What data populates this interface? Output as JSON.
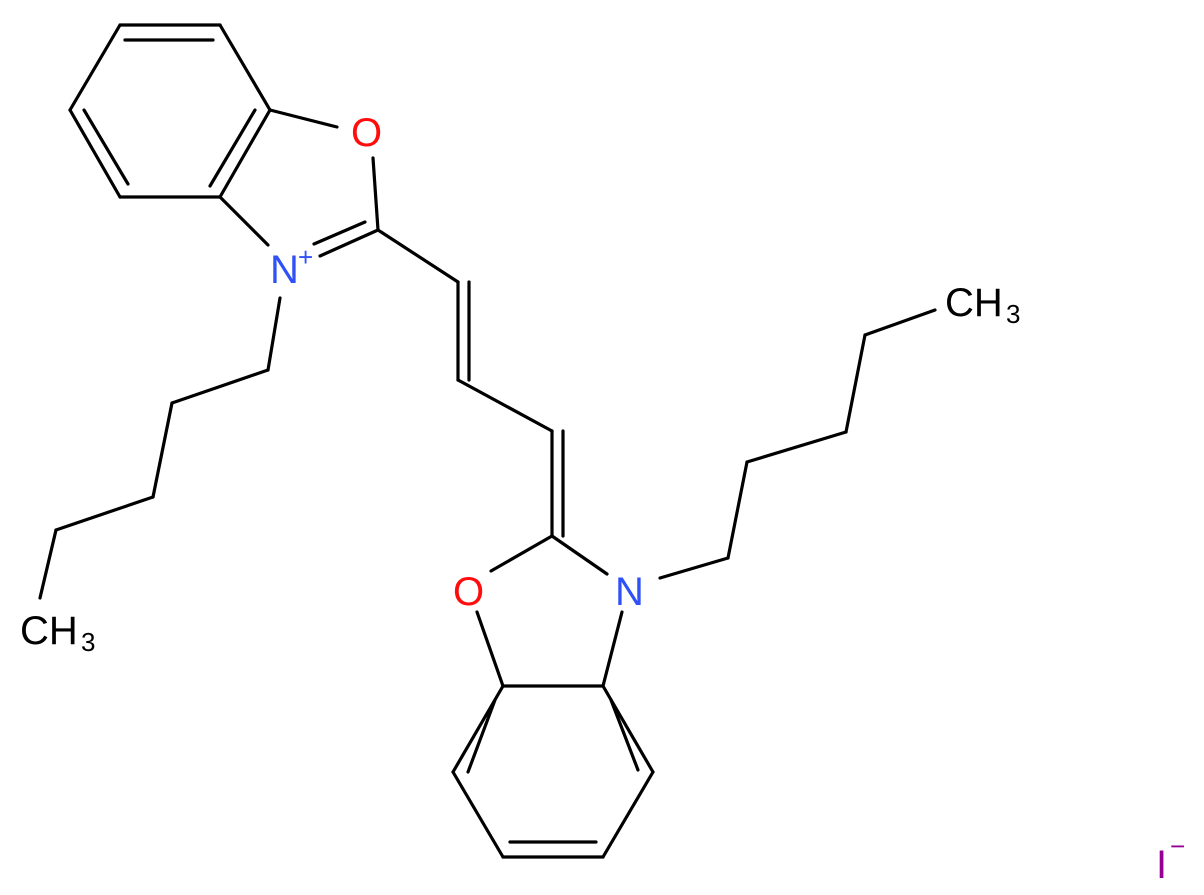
{
  "molecule": {
    "atoms": {
      "o1": {
        "symbol": "O"
      },
      "n1": {
        "symbol": "N",
        "charge": "+"
      },
      "o2": {
        "symbol": "O"
      },
      "n2": {
        "symbol": "N"
      },
      "ch3_right": {
        "symbol": "CH",
        "subscript": "3"
      },
      "ch3_left": {
        "symbol": "CH",
        "subscript": "3"
      },
      "iodide": {
        "symbol": "I",
        "charge": "−"
      }
    },
    "colors": {
      "bond": "#000000",
      "oxygen": "#ff0d0d",
      "nitrogen": "#3050f8",
      "carbon": "#000000",
      "iodine": "#940094"
    }
  }
}
